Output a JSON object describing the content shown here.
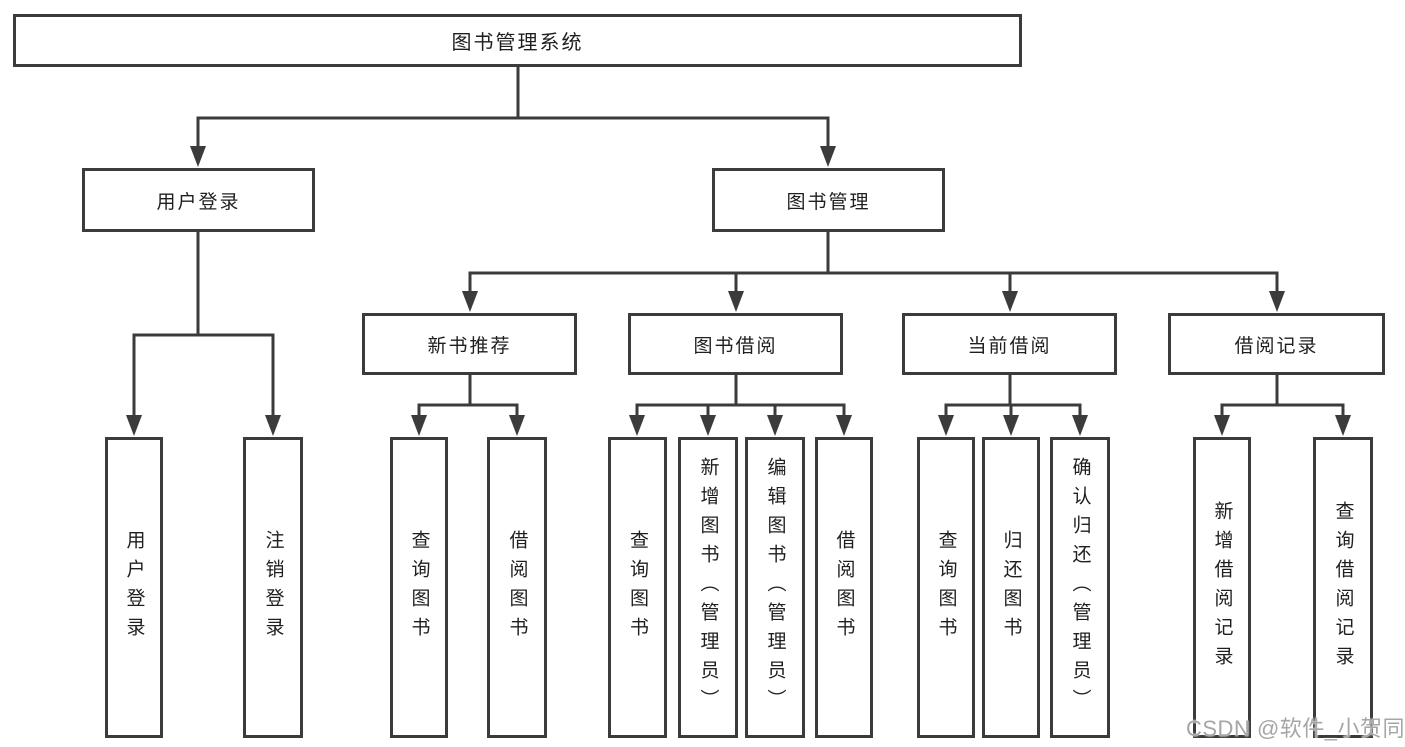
{
  "nodes": {
    "root": "图书管理系统",
    "user_login": "用户登录",
    "book_mgmt": "图书管理",
    "new_book_rec": "新书推荐",
    "book_borrow": "图书借阅",
    "current_borrow": "当前借阅",
    "borrow_record": "借阅记录",
    "leaf_user_login": "用户登录",
    "leaf_logout": "注销登录",
    "leaf_query_book_rec": "查询图书",
    "leaf_borrow_book_rec": "借阅图书",
    "leaf_query_book_borrow": "查询图书",
    "leaf_add_book_admin": "新增图书（管理员）",
    "leaf_edit_book_admin": "编辑图书（管理员）",
    "leaf_borrow_book_borrow": "借阅图书",
    "leaf_query_book_current": "查询图书",
    "leaf_return_book": "归还图书",
    "leaf_confirm_return_admin": "确认归还（管理员）",
    "leaf_add_borrow_record": "新增借阅记录",
    "leaf_query_borrow_record": "查询借阅记录"
  },
  "watermark": "CSDN @软件_小贺同学",
  "colors": {
    "line": "#3b3b3b",
    "text": "#1f1f1f",
    "background": "#ffffff",
    "watermark": "#a6a6a6"
  }
}
